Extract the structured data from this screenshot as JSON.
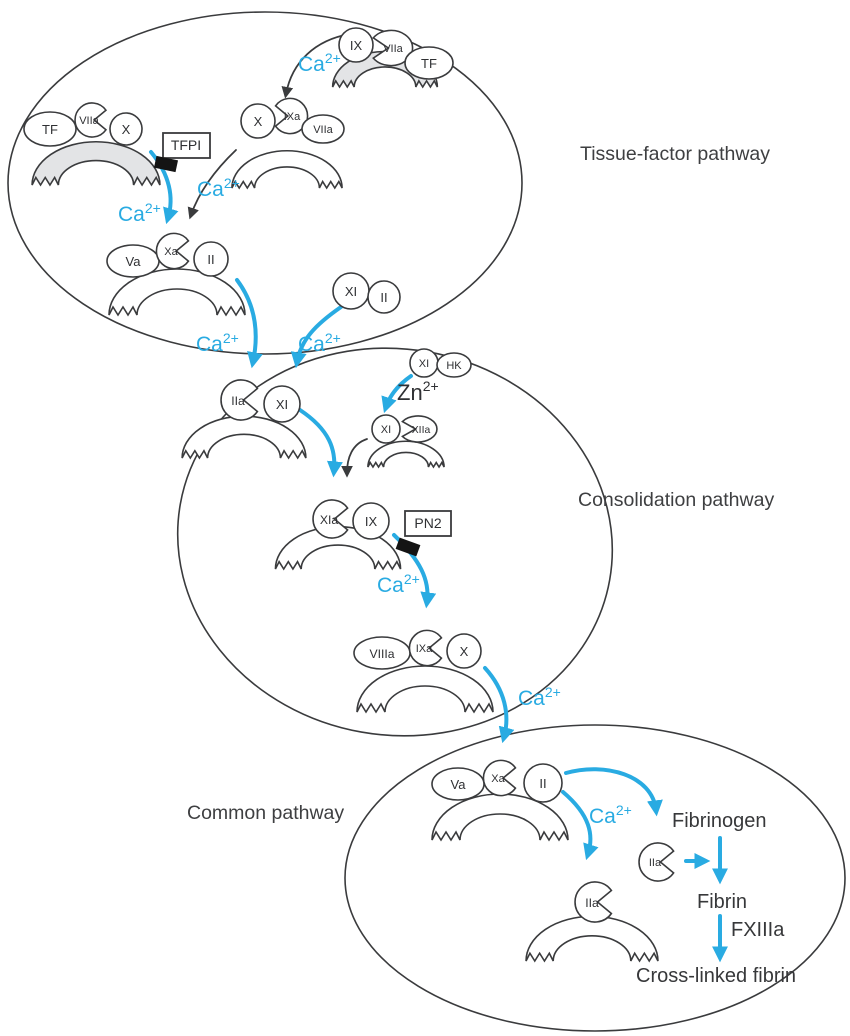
{
  "pathways": {
    "tissue_factor": "Tissue-factor pathway",
    "consolidation": "Consolidation pathway",
    "common": "Common pathway"
  },
  "ions": {
    "ca": "Ca",
    "zn": "Zn",
    "sup": "2+"
  },
  "inhibitor_boxes": {
    "tfpi": "TFPI",
    "pn2": "PN2"
  },
  "factors": {
    "ix": "IX",
    "viia": "VIIa",
    "tf": "TF",
    "x": "X",
    "ixa": "IXa",
    "xa": "Xa",
    "va": "Va",
    "ii": "II",
    "iia": "IIa",
    "xi": "XI",
    "xia": "XIa",
    "xiia": "XIIa",
    "hk": "HK",
    "viiia": "VIIIa"
  },
  "end_products": {
    "fibrinogen": "Fibrinogen",
    "fibrin": "Fibrin",
    "fxiiia": "FXIIIa",
    "cross_linked_fibrin": "Cross-linked fibrin"
  },
  "colors": {
    "arrow_blue": "#29abe2",
    "outline": "#3a3b3d",
    "membrane_gray": "#e3e4e6",
    "text_dark": "#2f3033"
  }
}
